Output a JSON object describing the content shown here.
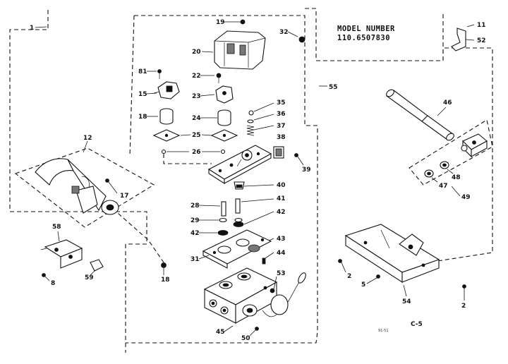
{
  "model": {
    "heading": "MODEL NUMBER",
    "number": "110.6507830"
  },
  "sheet_id": "C-5",
  "small_code": "91-51",
  "part_labels": {
    "p1": "1",
    "p11": "11",
    "p52": "52",
    "p19": "19",
    "p20": "20",
    "p32": "32",
    "p81": "81",
    "p15": "15",
    "p22": "22",
    "p23": "23",
    "p55": "55",
    "p18a": "18",
    "p24": "24",
    "p35": "35",
    "p36": "36",
    "p37": "37",
    "p25": "25",
    "p38": "38",
    "p26": "26",
    "p39": "39",
    "p12": "12",
    "p17": "17",
    "p40": "40",
    "p41": "41",
    "p28": "28",
    "p29": "29",
    "p42a": "42",
    "p42b": "42",
    "p43": "43",
    "p44": "44",
    "p31": "31",
    "p58": "58",
    "p59": "59",
    "p8": "8",
    "p18b": "18",
    "p53": "53",
    "p45": "45",
    "p50": "50",
    "p46": "46",
    "p48": "48",
    "p47": "47",
    "p49": "49",
    "p2a": "2",
    "p5": "5",
    "p54": "54",
    "p2b": "2"
  }
}
